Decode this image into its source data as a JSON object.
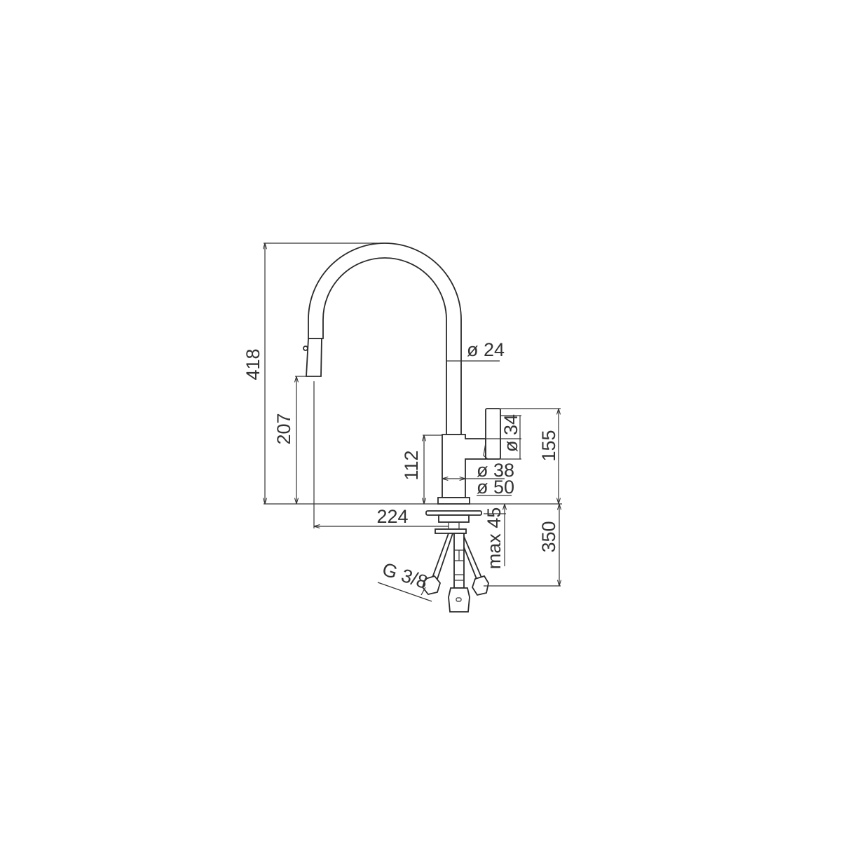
{
  "drawing": {
    "subject": "faucet-technical-drawing",
    "dimensions": {
      "total_height": "418",
      "spout_outlet_height": "207",
      "body_height": "112",
      "spout_reach": "224",
      "spout_diameter": "ø 24",
      "handle_diameter": "ø 34",
      "body_diameter": "ø 38",
      "base_diameter": "ø 50",
      "handle_height": "155",
      "max_deck_thickness": "max 45",
      "hose_length": "350",
      "connection_thread": "G 3/8"
    },
    "colors": {
      "line": "#2a2a2a",
      "background": "#ffffff"
    }
  }
}
